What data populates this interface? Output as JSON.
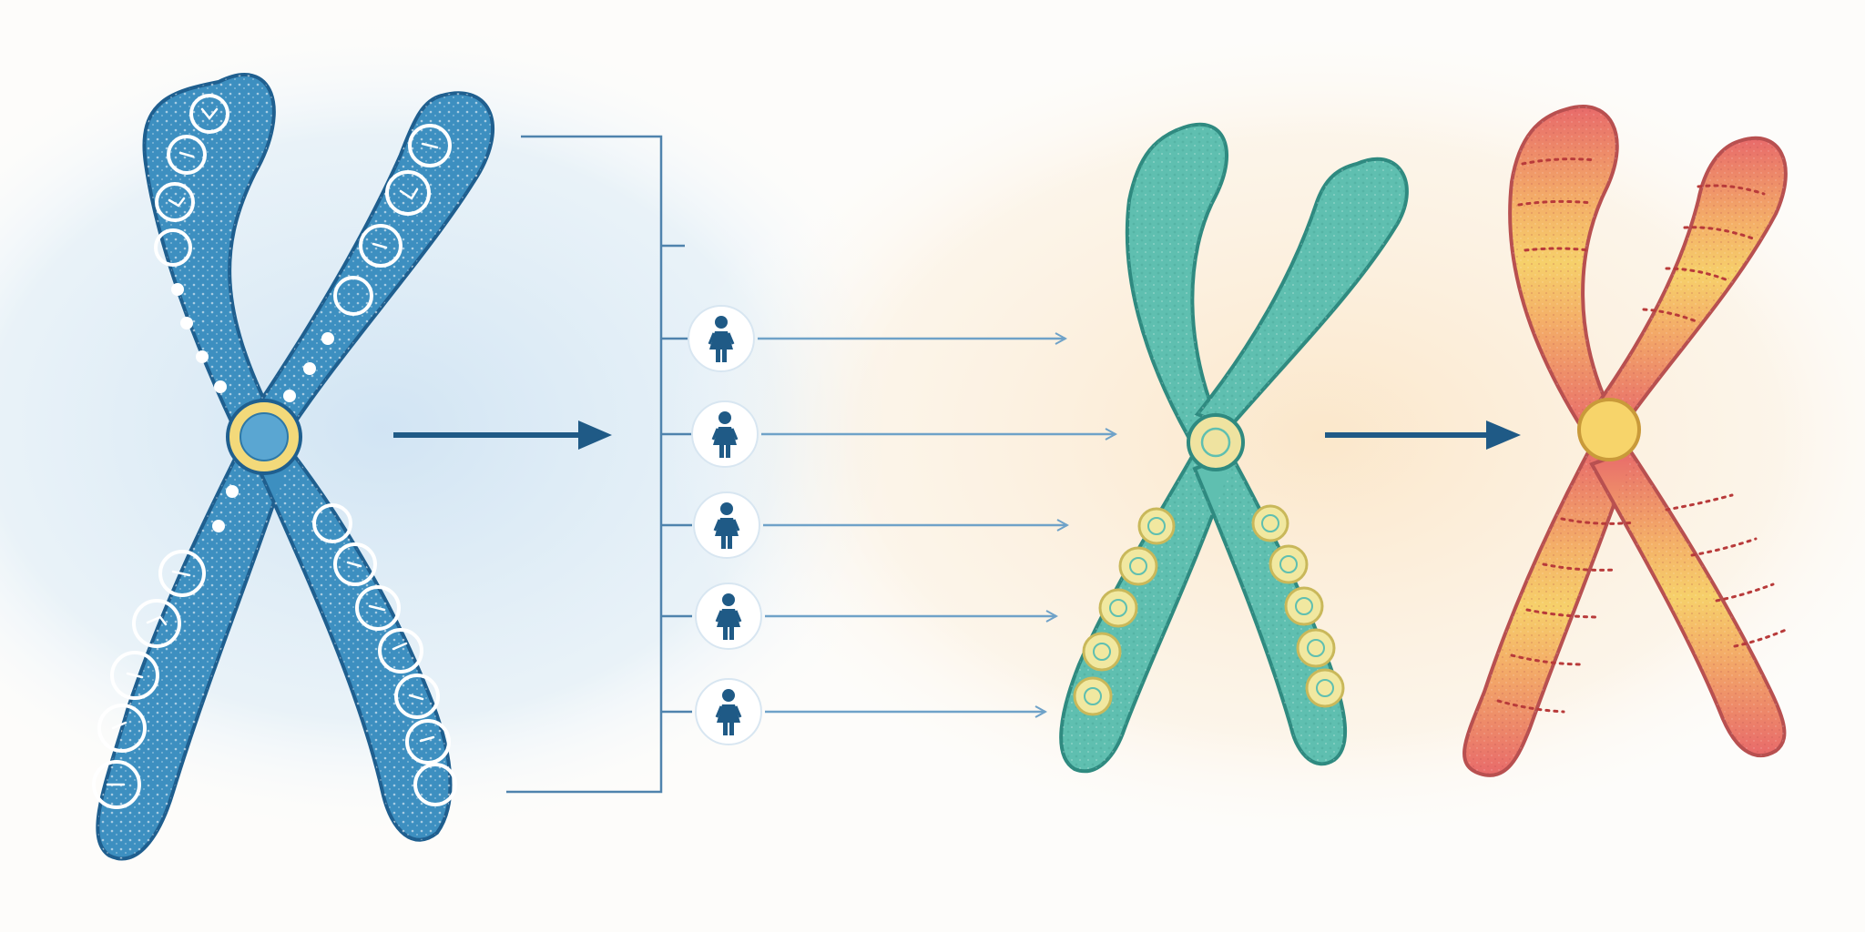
{
  "diagram": {
    "stages": [
      {
        "id": "source-chromosome",
        "color": "#3d8fc0",
        "outline": "#1f5f8f",
        "band_fill": "#ffffff"
      },
      {
        "id": "teal-chromosome",
        "color": "#5fbfb0",
        "outline": "#2f8a80",
        "band_fill": "#f1e8a0"
      },
      {
        "id": "gradient-chromosome",
        "color_top": "#e57070",
        "color_mid": "#f2c25a",
        "outline": "#b85050"
      }
    ],
    "centromere_colors": {
      "source": "#f3d97a",
      "teal": "#efe3a0",
      "gradient": "#f7d46a"
    },
    "arrow_color": "#1f5a86",
    "fan_line_color": "#6fa2c8",
    "person_icon_color": "#1f5a86",
    "person_count": 5,
    "background_tints": {
      "left": "#cfe3f3",
      "right": "#fbe9cf"
    }
  }
}
